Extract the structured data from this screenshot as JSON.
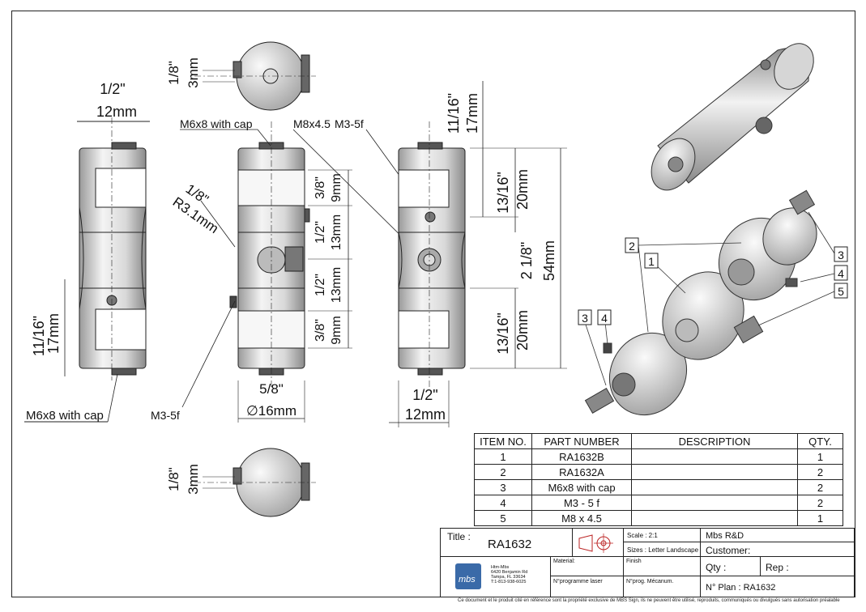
{
  "dimensions": {
    "side_top_frac": "1/2\"",
    "side_top_mm": "12mm",
    "side_left_frac": "11/16\"",
    "side_left_mm": "17mm",
    "top_view_frac": "1/8\"",
    "top_view_mm": "3mm",
    "bottom_view_frac": "1/8\"",
    "bottom_view_mm": "3mm",
    "radius_frac": "1/8\"",
    "radius_mm": "R3.1mm",
    "front_a_frac": "3/8\"",
    "front_a_mm": "9mm",
    "front_b_frac": "1/2\"",
    "front_b_mm": "13mm",
    "front_c_frac": "1/2\"",
    "front_c_mm": "13mm",
    "front_d_frac": "3/8\"",
    "front_d_mm": "9mm",
    "front_dia_frac": "5/8\"",
    "front_dia_mm": "∅16mm",
    "right_top_frac": "11/16\"",
    "right_top_mm": "17mm",
    "right_a_frac": "13/16\"",
    "right_a_mm": "20mm",
    "right_b_frac": "2 1/8\"",
    "right_b_mm": "54mm",
    "right_c_frac": "13/16\"",
    "right_c_mm": "20mm",
    "right_bottom_frac": "1/2\"",
    "right_bottom_mm": "12mm"
  },
  "callouts": {
    "m6_top": "M6x8 with cap",
    "m8": "M8x4.5",
    "m3_top": "M3-5f",
    "m6_bottom": "M6x8 with cap",
    "m3_bottom": "M3-5f"
  },
  "balloons": [
    "2",
    "1",
    "3",
    "4",
    "5",
    "3",
    "4"
  ],
  "bom": {
    "headers": [
      "ITEM NO.",
      "PART NUMBER",
      "DESCRIPTION",
      "QTY."
    ],
    "rows": [
      [
        "1",
        "RA1632B",
        "",
        "1"
      ],
      [
        "2",
        "RA1632A",
        "",
        "2"
      ],
      [
        "3",
        "M6x8 with cap",
        "",
        "2"
      ],
      [
        "4",
        "M3 - 5 f",
        "",
        "2"
      ],
      [
        "5",
        "M8 x 4.5",
        "",
        "1"
      ]
    ]
  },
  "title_block": {
    "title_label": "Title :",
    "title_value": "RA1632",
    "scale": "Scale : 2:1",
    "sizes": "Sizes : Letter Landscape",
    "company": "Mbs R&D",
    "customer": "Customer:",
    "qty": "Qty :",
    "rep": "Rep :",
    "plan": "N° Plan : RA1632",
    "material": "Material:",
    "finish": "Finish",
    "laser": "N°programme laser",
    "mecanum": "N°prog. Mécanum.",
    "logo_text": "mbs",
    "address": [
      "Htm-Mbs",
      "6420 Benjamin Rd",
      "Tampa, FL 33634",
      "T:1-813-938-6025"
    ]
  },
  "footer": "Ce document et le produit cité en référence sont la propriété exclusive de MBS Sign, ils ne peuvent être utilisé, reproduits, communiqués ou divulgués sans autorisation préalable"
}
